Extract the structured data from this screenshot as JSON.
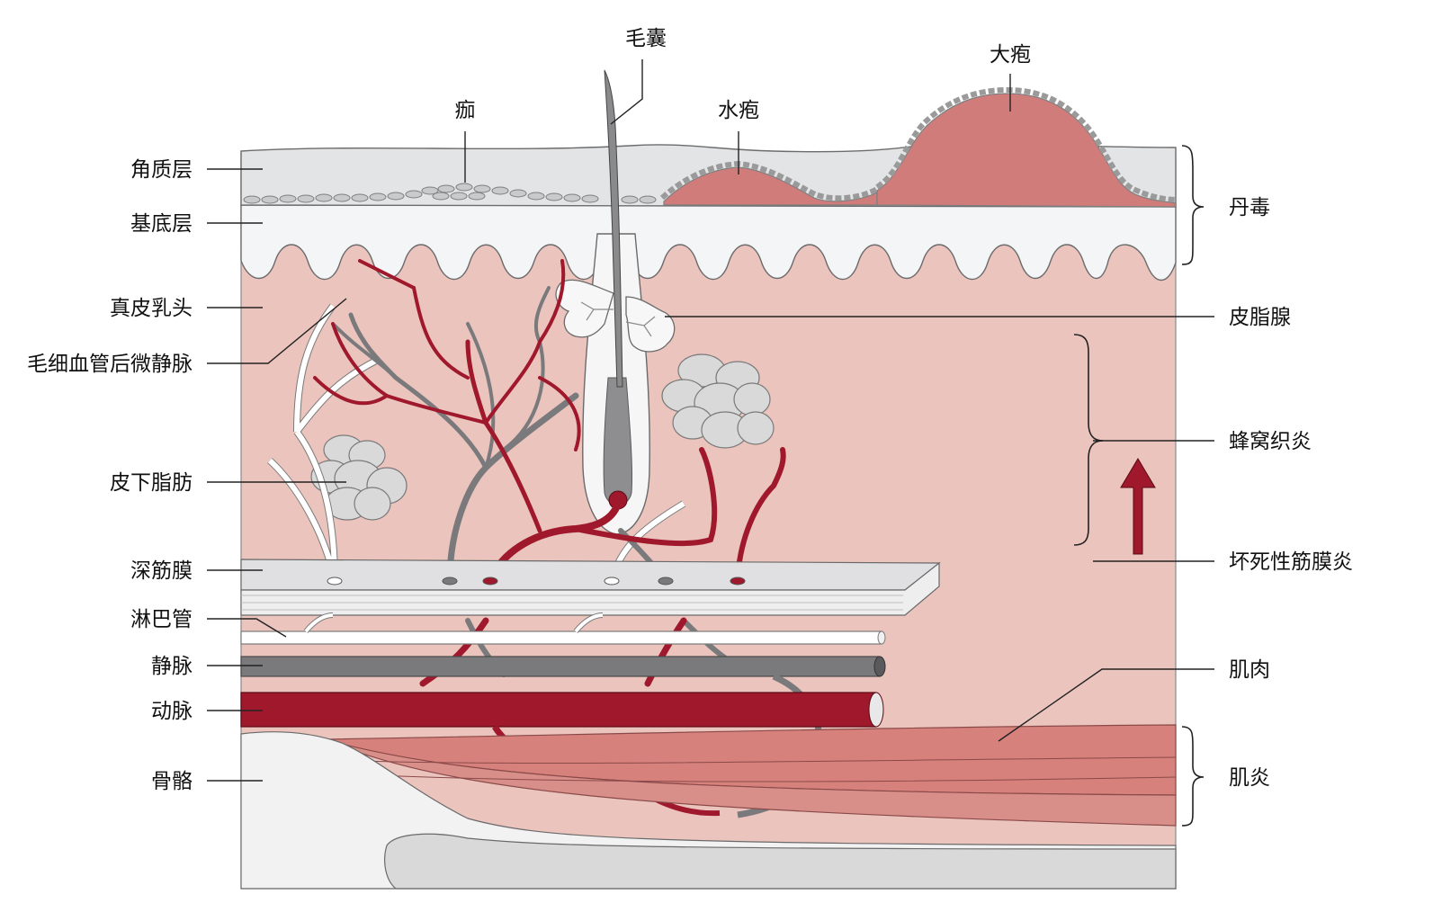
{
  "labels": {
    "left": {
      "stratum_corneum": "角质层",
      "stratum_basale": "基底层",
      "dermal_papilla": "真皮乳头",
      "postcapillary_venule": "毛细血管后微静脉",
      "subcutaneous_fat": "皮下脂肪",
      "deep_fascia": "深筋膜",
      "lymphatic": "淋巴管",
      "vein": "静脉",
      "artery": "动脉",
      "bone": "骨骼"
    },
    "top": {
      "impetigo": "痂",
      "hair_follicle": "毛囊",
      "vesicle": "水疱",
      "bulla": "大疱"
    },
    "right": {
      "erysipelas": "丹毒",
      "sebaceous_gland": "皮脂腺",
      "cellulitis": "蜂窝织炎",
      "necrotizing_fasciitis": "坏死性筋膜炎",
      "muscle": "肌肉",
      "myositis": "肌炎"
    }
  },
  "colors": {
    "dermis": "#ebc4bd",
    "epidermis": "#f4f5f6",
    "corneum": "#e3e4e6",
    "blister": "#cf7c7b",
    "artery": "#a0182c",
    "vein": "#7a7a7c",
    "lymph": "#ffffff",
    "fat": "#d8d8d8",
    "fascia": "#e2e2e2",
    "muscle": "#d7817c",
    "bone": "#f2f2f2"
  }
}
